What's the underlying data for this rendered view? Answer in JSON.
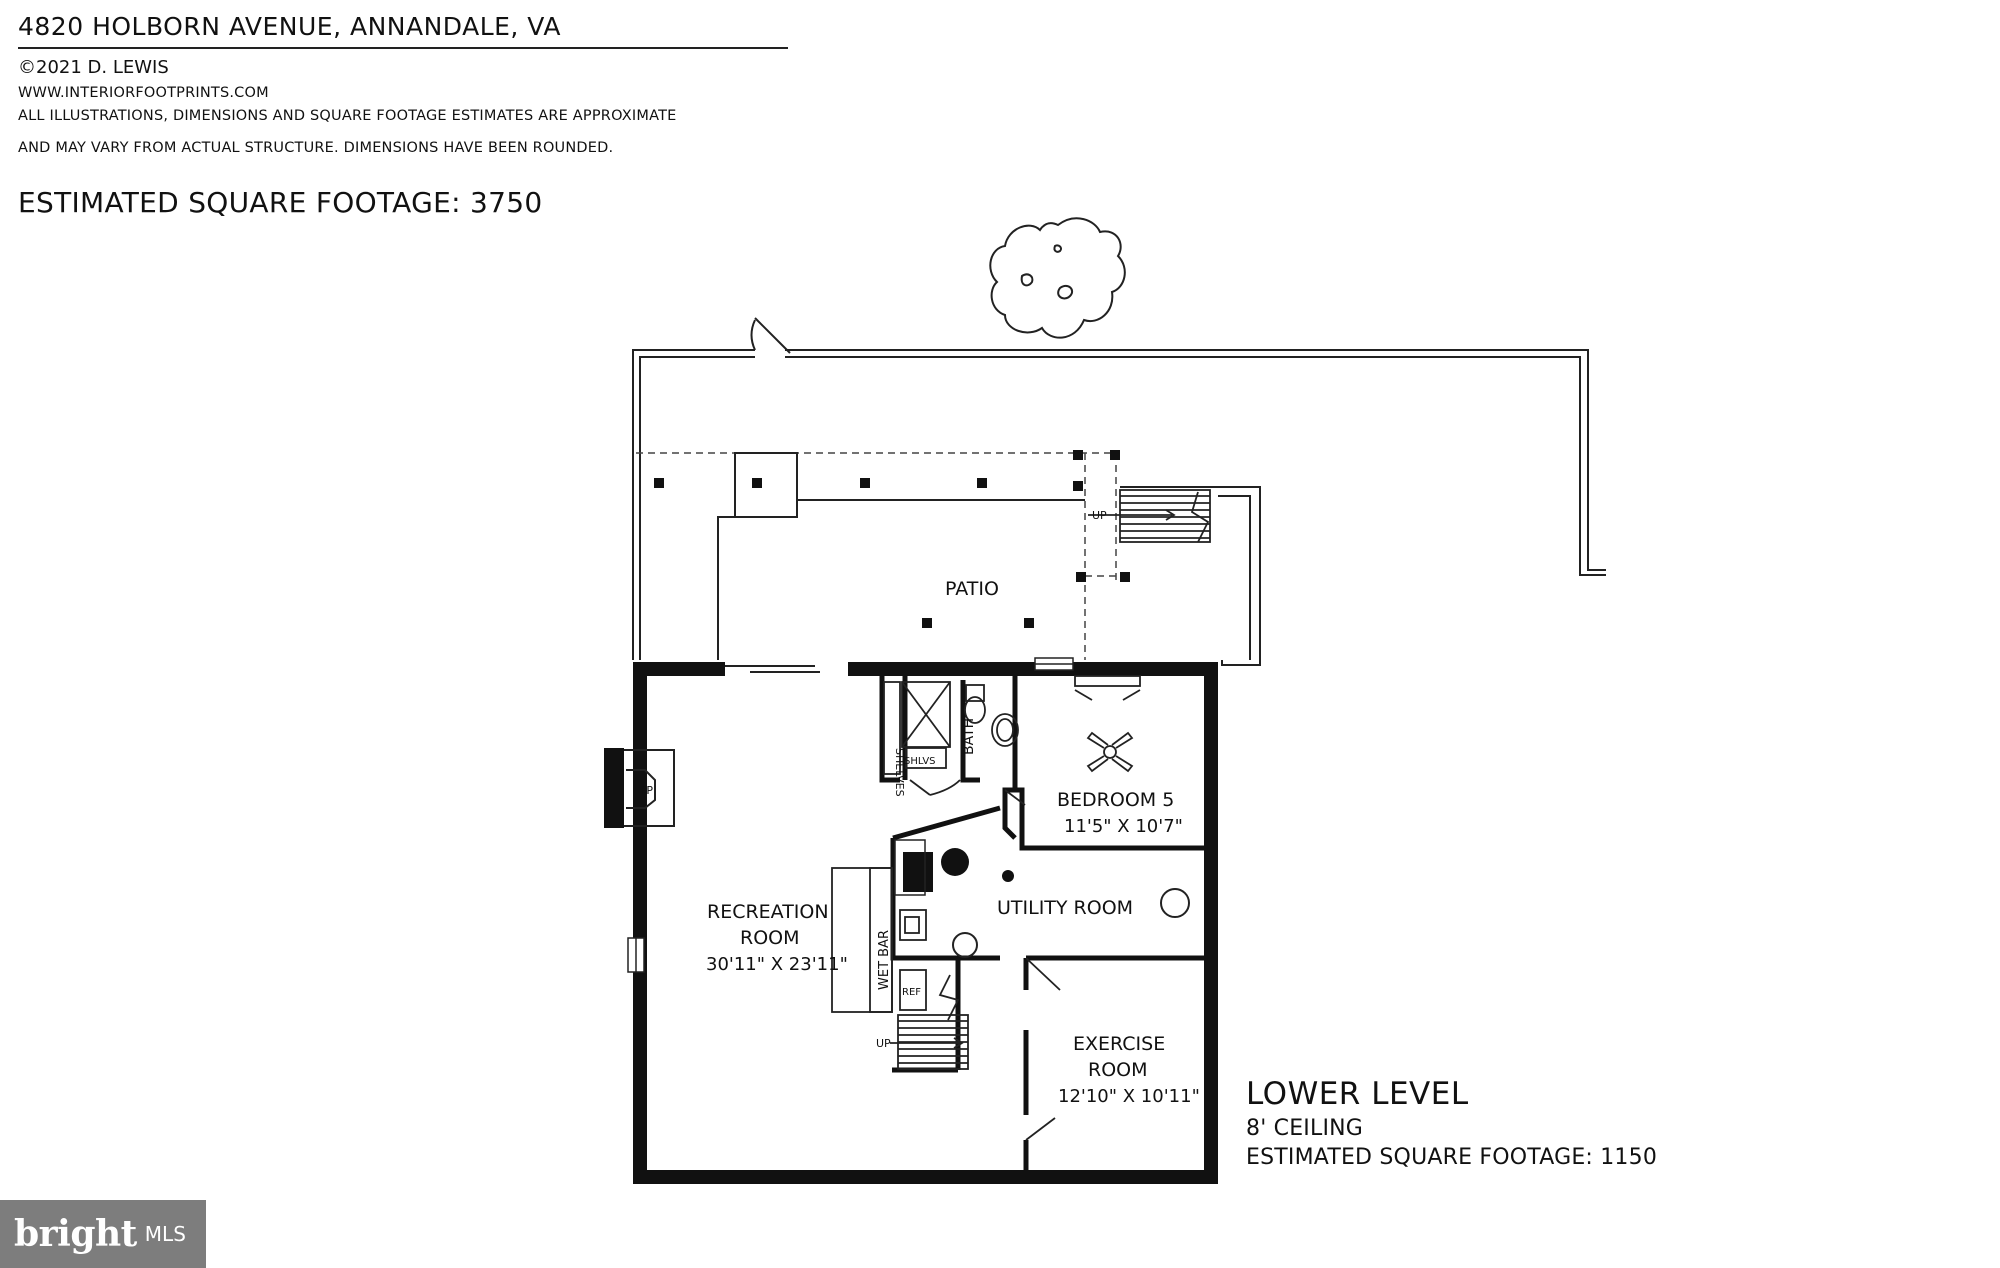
{
  "header": {
    "address": "4820 HOLBORN AVENUE, ANNANDALE, VA",
    "copyright": "©2021 D. LEWIS",
    "website": "WWW.INTERIORFOOTPRINTS.COM",
    "disclaimer_line1": "ALL ILLUSTRATIONS, DIMENSIONS AND SQUARE FOOTAGE ESTIMATES ARE APPROXIMATE",
    "disclaimer_line2": "AND MAY VARY FROM ACTUAL STRUCTURE. DIMENSIONS HAVE BEEN ROUNDED."
  },
  "total_sqft": "ESTIMATED SQUARE FOOTAGE: 3750",
  "rooms": {
    "patio": "PATIO",
    "recreation_name1": "RECREATION",
    "recreation_name2": "ROOM",
    "recreation_dims": "30'11\" X 23'11\"",
    "bedroom_name": "BEDROOM 5",
    "bedroom_dims": "11'5\" X 10'7\"",
    "utility": "UTILITY ROOM",
    "exercise_name1": "EXERCISE",
    "exercise_name2": "ROOM",
    "exercise_dims": "12'10\" X 10'11\"",
    "bath": "BATH"
  },
  "labels": {
    "up_patio": "UP",
    "up_stairs": "UP",
    "fireplace": "FP",
    "shelves": "SHELVES",
    "shlvs": "SHLVS",
    "wet_bar": "WET BAR",
    "ref": "REF"
  },
  "level": {
    "title": "LOWER LEVEL",
    "ceiling": "8' CEILING",
    "sqft": "ESTIMATED SQUARE FOOTAGE: 1150"
  },
  "badge": {
    "brand": "bright",
    "mls": "MLS"
  }
}
